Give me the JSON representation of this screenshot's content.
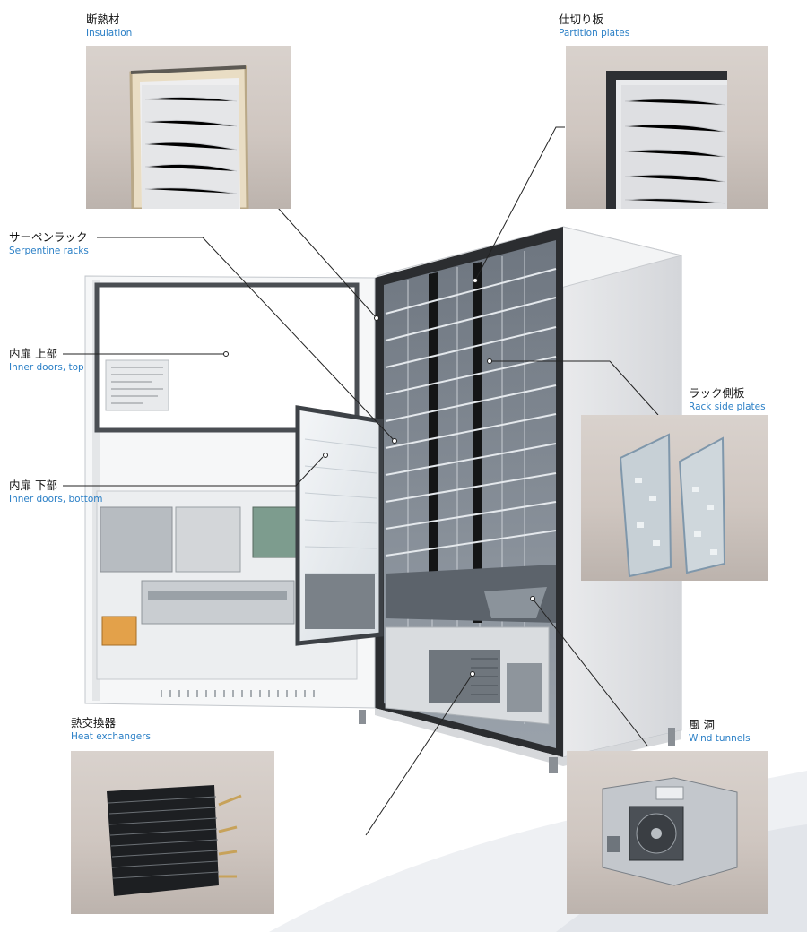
{
  "labels": {
    "insulation": {
      "jp": "断熱材",
      "en": "Insulation"
    },
    "partition": {
      "jp": "仕切り板",
      "en": "Partition plates"
    },
    "serpentine": {
      "jp": "サーペンラック",
      "en": "Serpentine racks"
    },
    "inner_top": {
      "jp": "内扉 上部",
      "en": "Inner doors, top"
    },
    "inner_bottom": {
      "jp": "内扉 下部",
      "en": "Inner doors, bottom"
    },
    "rack_side": {
      "jp": "ラック側板",
      "en": "Rack side plates"
    },
    "heat_ex": {
      "jp": "熱交換器",
      "en": "Heat exchangers"
    },
    "wind_tunnel": {
      "jp": "風 洞",
      "en": "Wind tunnels"
    }
  },
  "colors": {
    "label_en": "#2a7fc6",
    "label_jp": "#111111",
    "leader": "#222222",
    "photo_bg": "#cfc6c0"
  }
}
